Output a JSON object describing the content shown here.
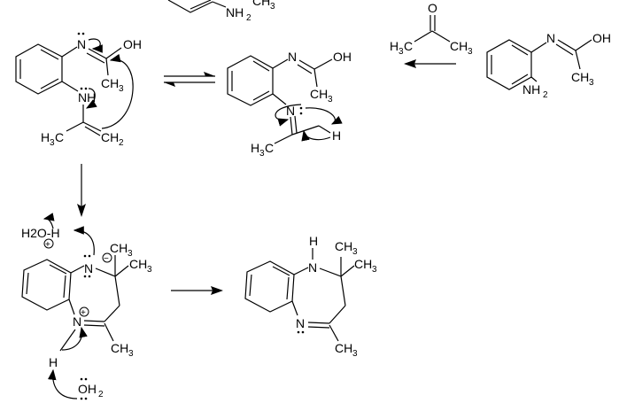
{
  "labels": {
    "frag_nh2": "NH",
    "frag_ch3": "CH",
    "a_oh": "OH",
    "a_n": "N",
    "a_ch3": "CH",
    "a_nh": "NH",
    "a_h3c": "H",
    "a_ch2": "CH",
    "b_n1": "N",
    "b_oh": "OH",
    "b_ch3": "CH",
    "b_n2": "N",
    "b_h3c": "H",
    "b_h": "H",
    "acetone_o": "O",
    "acetone_h3c": "H",
    "acetone_ch3": "CH",
    "c_n": "N",
    "c_oh": "OH",
    "c_ch3": "CH",
    "c_nh2": "NH",
    "d_h2oh": "H2O-H",
    "d_plus1": "+",
    "d_n1": "N",
    "d_minus": "−",
    "d_ch3a": "CH",
    "d_ch3b": "CH",
    "d_n2": "N",
    "d_plus2": "+",
    "d_ch3c": "CH",
    "d_h": "H",
    "d_oh2": "OH",
    "e_h": "H",
    "e_n1": "N",
    "e_ch3a": "CH",
    "e_ch3b": "CH",
    "e_n2": "N",
    "e_ch3c": "CH",
    "sub2": "2",
    "sub3": "3",
    "c_letter": "C"
  }
}
